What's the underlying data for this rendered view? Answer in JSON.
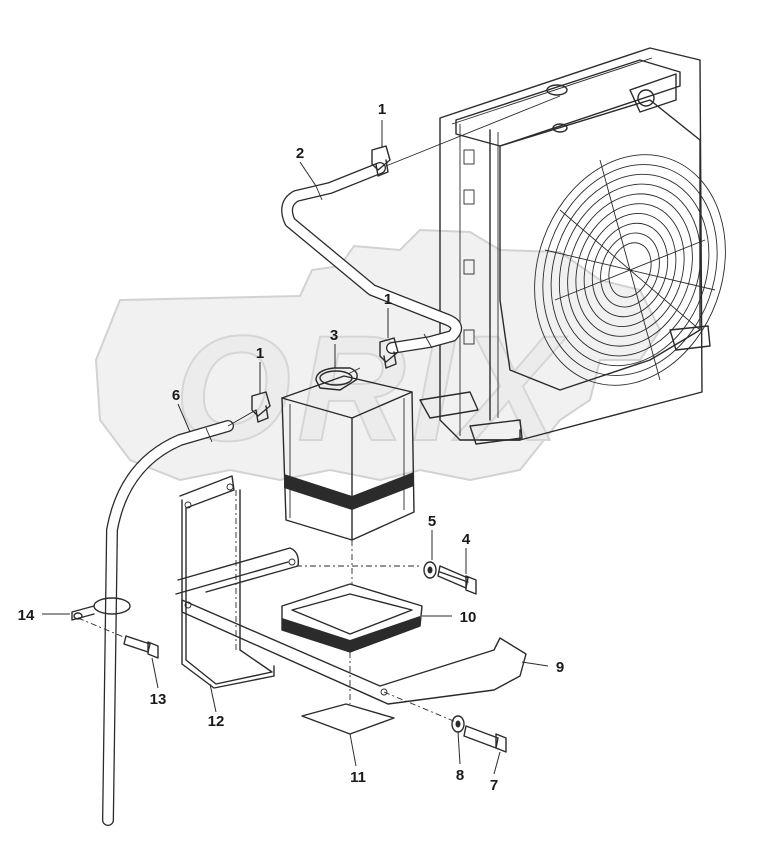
{
  "callouts": [
    {
      "id": "c1a",
      "label": "1"
    },
    {
      "id": "c2",
      "label": "2"
    },
    {
      "id": "c1b",
      "label": "1"
    },
    {
      "id": "c3",
      "label": "3"
    },
    {
      "id": "c1c",
      "label": "1"
    },
    {
      "id": "c6",
      "label": "6"
    },
    {
      "id": "c5",
      "label": "5"
    },
    {
      "id": "c4",
      "label": "4"
    },
    {
      "id": "c14",
      "label": "14"
    },
    {
      "id": "c10",
      "label": "10"
    },
    {
      "id": "c9",
      "label": "9"
    },
    {
      "id": "c13",
      "label": "13"
    },
    {
      "id": "c12",
      "label": "12"
    },
    {
      "id": "c8",
      "label": "8"
    },
    {
      "id": "c7",
      "label": "7"
    },
    {
      "id": "c11",
      "label": "11"
    }
  ],
  "watermark": "ORIX",
  "colors": {
    "line": "#2b2b2b",
    "watermark": "#f1f1f1"
  }
}
